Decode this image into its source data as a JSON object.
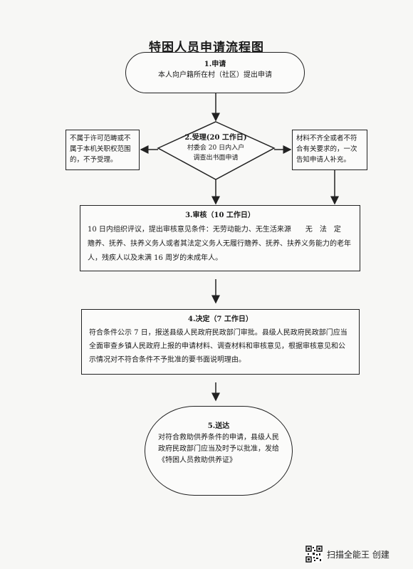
{
  "title": "特困人员申请流程图",
  "step1": {
    "heading": "1.申请",
    "text": "本人向户籍所在村（社区）提出申请"
  },
  "step2": {
    "heading": "2.受理(20 工作日)",
    "line1": "村委会 20 日内入户",
    "line2": "调查出书面申请"
  },
  "left_note": "不属于许可范畴或不属于本机关职权范围的，不予受理。",
  "right_note": "材料不齐全或者不符合有关要求的，一次告知申请人补充。",
  "step3": {
    "heading": "3.审核（10 工作日）",
    "text": "10 日内组织评议，提出审核意见条件：无劳动能力、无生活来源　　无　法　定　赡养、抚养、扶养义务人或者其法定义务人无履行赡养、抚养、扶养义务能力的老年人，残疾人以及未满 16 周岁的未成年人。"
  },
  "step4": {
    "heading": "4.决定（7 工作日）",
    "text": "符合条件公示 7 日，报送县级人民政府民政部门审批。县级人民政府民政部门应当全面审查乡镇人民政府上报的申请材料、调查材料和审核意见，根据审核意见和公示情况对不符合条件不予批准的要书面说明理由。"
  },
  "step5": {
    "heading": "5.送达",
    "text": "对符合救助供养条件的申请，县级人民政府民政部门应当及时予以批准，发给《特困人员救助供养证》"
  },
  "watermark": "扫描全能王 创建"
}
